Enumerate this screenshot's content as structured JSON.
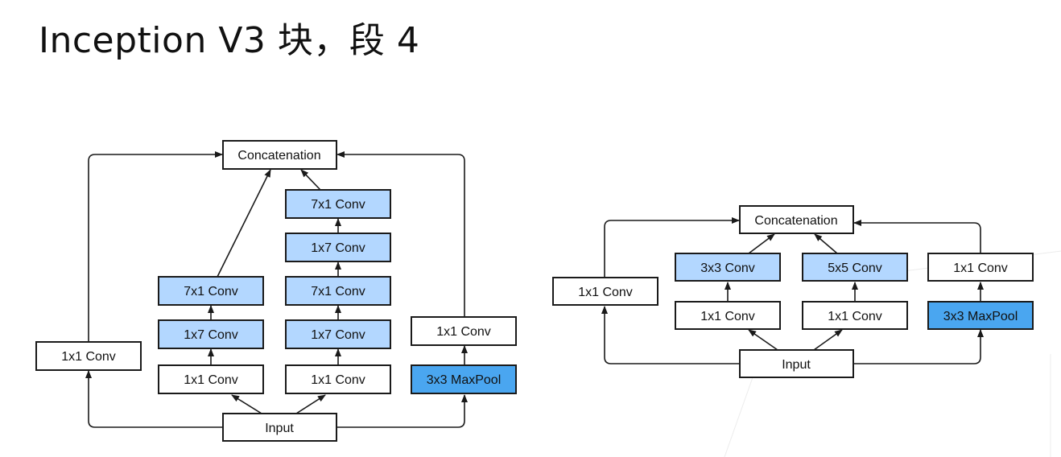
{
  "title": "Inception V3 块，段 4",
  "colors": {
    "plain": "#ffffff",
    "highlight": "#b3d7ff",
    "pool": "#4aa6f0",
    "stroke": "#1a1a1a"
  },
  "left_diagram": {
    "concat": "Concatenation",
    "input": "Input",
    "branch1": {
      "conv": "1x1 Conv"
    },
    "branch2": {
      "conv1": "1x1 Conv",
      "conv2": "1x7 Conv",
      "conv3": "7x1 Conv"
    },
    "branch3": {
      "conv1": "1x1 Conv",
      "conv2": "1x7 Conv",
      "conv3": "7x1 Conv",
      "conv4": "1x7 Conv",
      "conv5": "7x1 Conv"
    },
    "branch4": {
      "pool": "3x3 MaxPool",
      "conv": "1x1 Conv"
    }
  },
  "right_diagram": {
    "concat": "Concatenation",
    "input": "Input",
    "branch1": {
      "conv": "1x1 Conv"
    },
    "branch2": {
      "conv1": "1x1 Conv",
      "conv2": "3x3 Conv"
    },
    "branch3": {
      "conv1": "1x1 Conv",
      "conv2": "5x5 Conv"
    },
    "branch4": {
      "pool": "3x3 MaxPool",
      "conv": "1x1 Conv"
    }
  }
}
